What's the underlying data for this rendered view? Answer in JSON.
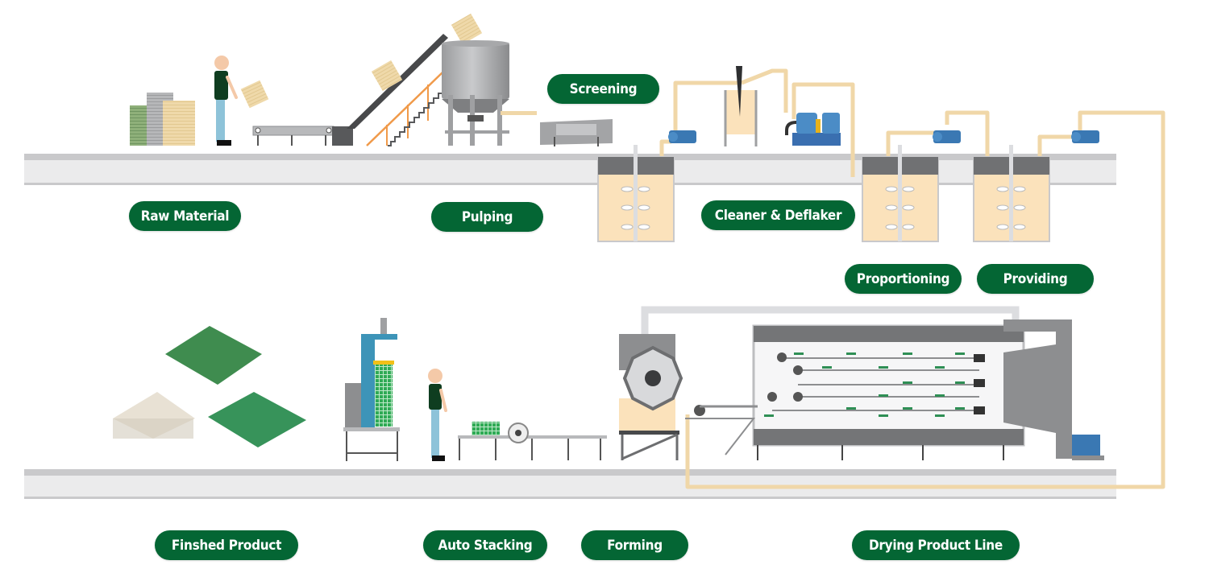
{
  "diagram": {
    "title_visible": false,
    "colors": {
      "label_bg": "#046634",
      "label_text": "#ffffff",
      "floor": "#e9e9ea",
      "floor_edge": "#c9c9cb",
      "pipe": "#f0d7a8",
      "tank_fill": "#fbe2bb",
      "machine_gray": "#8d8e90",
      "pump_blue": "#3a78b3",
      "product_green": "#2f8f55"
    },
    "stages": [
      {
        "id": "raw-material",
        "label": "Raw Material"
      },
      {
        "id": "pulping",
        "label": "Pulping"
      },
      {
        "id": "screening",
        "label": "Screening"
      },
      {
        "id": "cleaner-deflaker",
        "label": "Cleaner & Deflaker"
      },
      {
        "id": "proportioning",
        "label": "Proportioning"
      },
      {
        "id": "providing",
        "label": "Providing"
      },
      {
        "id": "forming",
        "label": "Forming"
      },
      {
        "id": "drying-product-line",
        "label": "Drying Product Line"
      },
      {
        "id": "auto-stacking",
        "label": "Auto Stacking"
      },
      {
        "id": "finished-product",
        "label": "Finshed Product"
      }
    ],
    "flow": [
      "raw-material",
      "pulping",
      "screening",
      "cleaner-deflaker",
      "proportioning",
      "providing",
      "forming",
      "drying-product-line",
      "auto-stacking",
      "finished-product"
    ]
  }
}
